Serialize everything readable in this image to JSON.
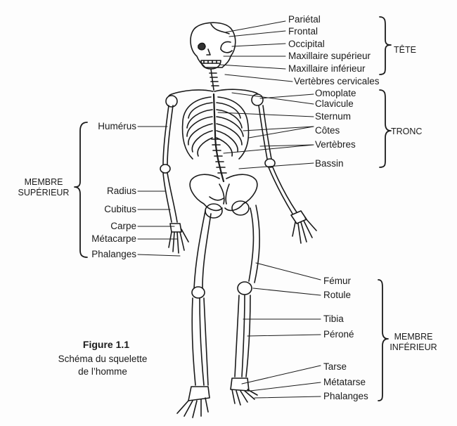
{
  "figure": {
    "title": "Figure 1.1",
    "caption_line1": "Schéma du squelette",
    "caption_line2": "de l’homme"
  },
  "groups": {
    "head": "TÊTE",
    "trunk": "TRONC",
    "upper_line1": "MEMBRE",
    "upper_line2": "SUPÉRIEUR",
    "lower_line1": "MEMBRE",
    "lower_line2": "INFÉRIEUR"
  },
  "labels": {
    "parietal": "Pariétal",
    "frontal": "Frontal",
    "occipital": "Occipital",
    "maxillaire_sup": "Maxillaire supérieur",
    "maxillaire_inf": "Maxillaire inférieur",
    "vertebres_cervicales": "Vertèbres cervicales",
    "omoplate": "Omoplate",
    "clavicule": "Clavicule",
    "sternum": "Sternum",
    "cotes": "Côtes",
    "vertebres": "Vertèbres",
    "bassin": "Bassin",
    "humerus": "Humérus",
    "radius": "Radius",
    "cubitus": "Cubitus",
    "carpe": "Carpe",
    "metacarpe": "Métacarpe",
    "phalanges_main": "Phalanges",
    "femur": "Fémur",
    "rotule": "Rotule",
    "tibia": "Tibia",
    "perone": "Péroné",
    "tarse": "Tarse",
    "metatarse": "Métatarse",
    "phalanges_pied": "Phalanges"
  }
}
